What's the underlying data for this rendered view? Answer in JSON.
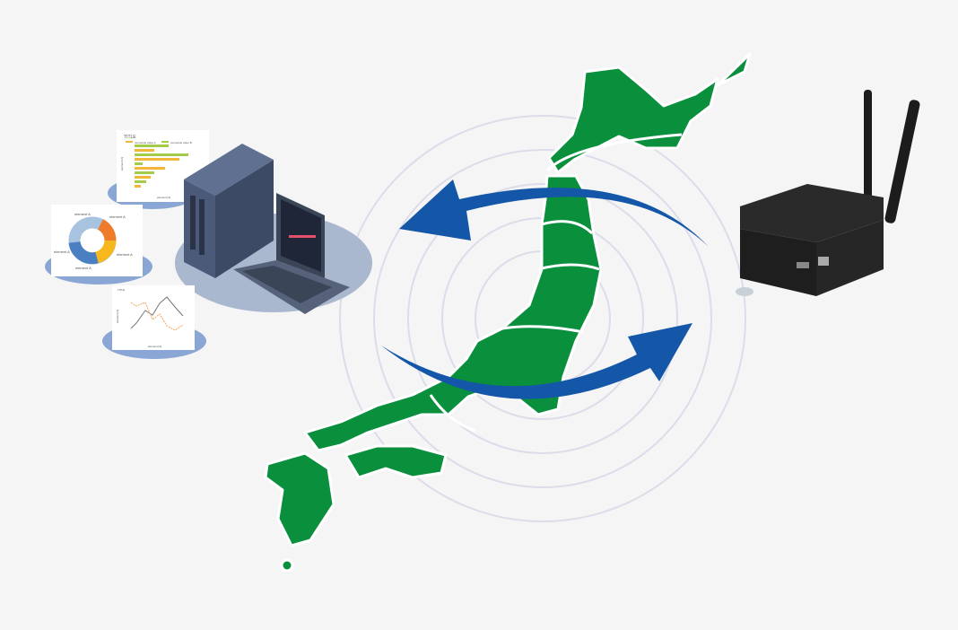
{
  "bar_card": {
    "title": "TITLE",
    "legend_a": "numerical value A",
    "legend_b": "numerical value B",
    "xlabel": "element [A]",
    "ylabel": "element [A]"
  },
  "donut_card": {
    "labels": [
      "element A",
      "element A",
      "element A",
      "element A",
      "element A"
    ]
  },
  "line_card": {
    "title": "TITLE",
    "xlabel": "element [A]",
    "ylabel": "element [A]"
  },
  "colors": {
    "map_green": "#0a8f3c",
    "arrow_blue": "#1456a8",
    "ring": "#dcdcea",
    "platform": "#8aa6d4"
  }
}
